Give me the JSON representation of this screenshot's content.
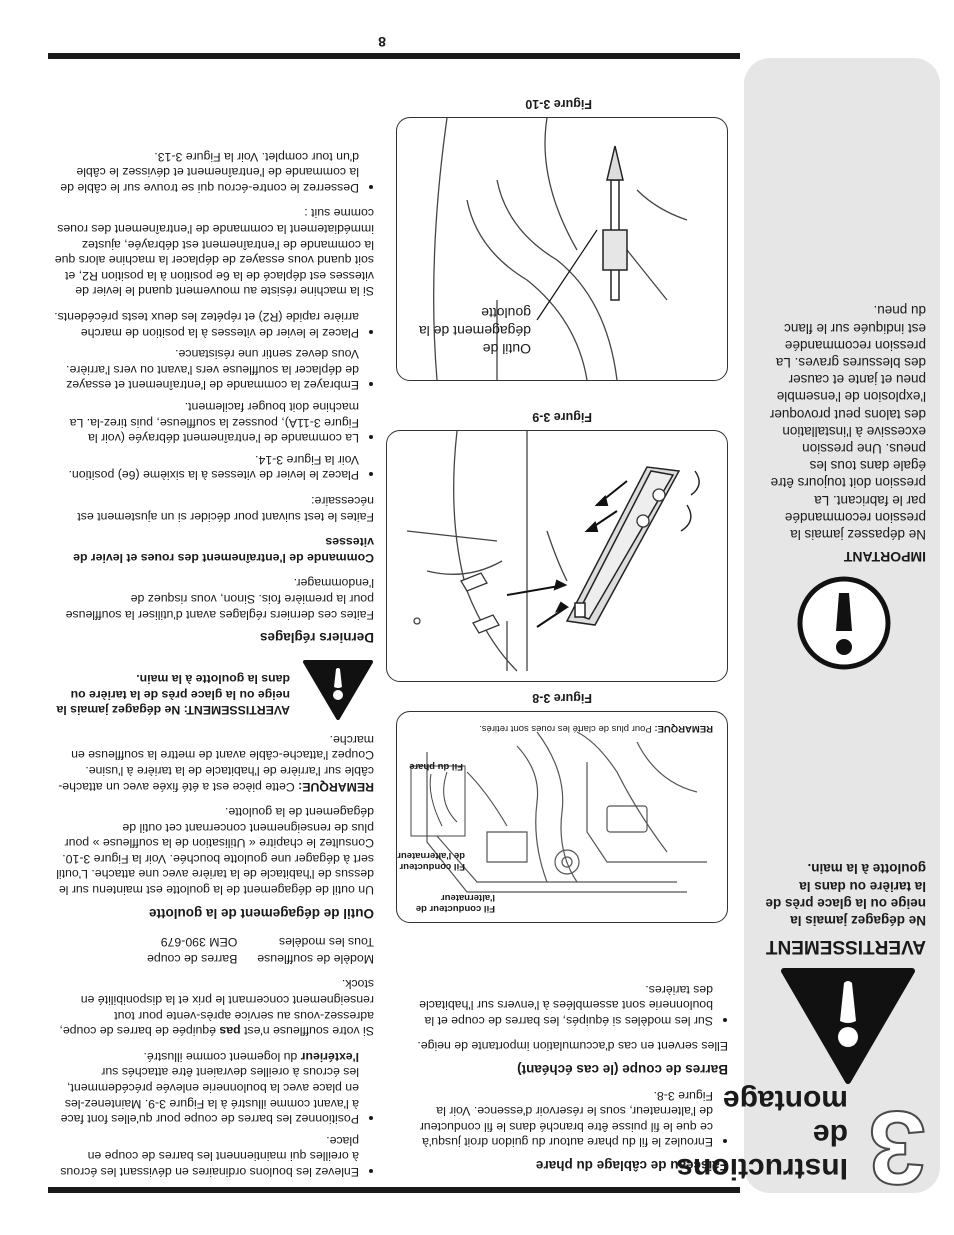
{
  "page_number": "8",
  "chapter": {
    "number": "3",
    "title": "Instructions de montage"
  },
  "sidebar": {
    "warning_heading": "AVERTISSEMENT",
    "warning_text": "Ne dégagez jamais la neige ou la glace près de la tarière ou dans la goulotte à la main.",
    "important_heading": "IMPORTANT",
    "important_text": "Ne dépassez jamais la pression recommandée par le fabricant. La pression doit toujours être égale dans tous les pneus. Une pression excessive à l'installation des talons peut provoquer l'explosion de l'ensemble pneu et jante et causer des blessures graves. La pression recommandée est indiquée sur le flanc du pneu."
  },
  "col2": {
    "heading_headlight": "Faisceau de câblage du phare",
    "bullet_headlight": "Enroulez le fil du phare autour du guidon droit jusqu'à ce que le fil puisse être branché dans le fil conducteur de l'alternateur, sous le réservoir d'essence. Voir la Figure 3-8.",
    "heading_drift": "Barres de coupe (le cas échéant)",
    "drift_text": "Elles servent en cas d'accumulation importante de neige.",
    "bullet_drift": "Sur les modèles si équipés, les barres de coupe et la boulonnerie sont assemblées à l'envers sur l'habitacle des tarières."
  },
  "figures": {
    "fig8": {
      "caption": "Figure 3-8",
      "label_alt_1": "Fil conducteur de l'alternateur",
      "label_alt_2": "Fil conducteur de l'alternateur",
      "label_phare": "Fil du phare",
      "note_bold": "REMARQUE:",
      "note_text": " Pour plus de clarté les roues sont retirés."
    },
    "fig9": {
      "caption": "Figure 3-9"
    },
    "fig10": {
      "caption": "Figure 3-10",
      "label": "Outil de dégagement de la goulotte"
    }
  },
  "col3": {
    "bullet_remove": "Enlevez les boulons ordinaires en dévissant les écrous à oreilles qui maintiennent les barres de coupe en place.",
    "bullet_position": "Positionnez les barres de coupe pour qu'elles font face à l'avant comme illustré à la Figure 3-9. Maintenez-les en place avec la boulonnerie enlevée précédemment, les écrous à oreilles devraient être attachés sur ",
    "bullet_position_bold": "l'extérieur",
    "bullet_position_tail": " du logement comme illustré.",
    "para_pas_1": "Si votre souffleuse n'est ",
    "para_pas_bold": "pas",
    "para_pas_2": " équipée de barres de coupe, adressez-vous au service après-vente pour tout renseignement concernant le prix et la disponibilité en stock.",
    "table_headers": [
      "Modèle de souffleuse",
      "Barres de coupe"
    ],
    "table_row": [
      "Tous les modèles",
      "OEM 390-679"
    ],
    "heading_tool": "Outil de dégagement de la goulotte",
    "para_tool": "Un outil de dégagement de la goulotte est maintenu sur le dessus de l'habitacle de la tarière avec une attache. L'outil sert à dégager une goulotte bouchée. Voir la Figure 3-10. Consultez le chapitre « Utilisation de la souffleuse » pour plus de renseignement concernant cet outil de dégagement de la goulotte.",
    "note_label": "REMARQUE:",
    "note_text": " Cette pièce est a été fixée avec un attache-câble sur l'arrière de l'habitacle de la tarière à l'usine. Coupez l'attache-câble avant de mettre la souffleuse en marche.",
    "warn_text": "AVERTISSEMENT: Ne dégagez jamais la neige ou la glace près de la tarière ou dans la goulotte à la main.",
    "heading_final": "Derniers réglages",
    "para_final": "Faites ces derniers réglages avant d'utiliser la souffleuse pour la première fois. Sinon, vous risquez de l'endommager.",
    "subheading_drive": "Commande de l'entraînement des roues et levier de vitesses",
    "para_drive": "Faites le test suivant pour décider si un ajustement est nécessaire:",
    "bullet_shift6": "Placez le levier de vitesses à la sixième (6e) position. Voir la Figure 3-14.",
    "bullet_engaged": "La commande de l'entraînement débrayée (voir la Figure 3-11A), poussez la souffleuse, puis tirez-la. La machine doit bouger facilement.",
    "bullet_engage": "Embrayez la commande de l'entraînement et essayez de déplacer la souffleuse vers l'avant ou vers l'arrière. Vous devez sentir une résistance.",
    "bullet_reverse": "Placez le levier de vitesses à la position de marche arrière rapide (R2) et répétez les deux tests précédents.",
    "para_resist": "Si la machine résiste au mouvement quand le levier de vitesses est déplacé de la 6e position à la position R2, et soit quand vous essayez de déplacer la machine alors que la commande de l'entraînement est débrayée, ajustez immédiatement la commande de l'entraînement des roues comme suit :",
    "bullet_locknut": "Desserrez le contre-écrou qui se trouve sur le câble de la commande de l'entraînement et dévissez le câble d'un tour complet. Voir la Figure 3-13."
  }
}
